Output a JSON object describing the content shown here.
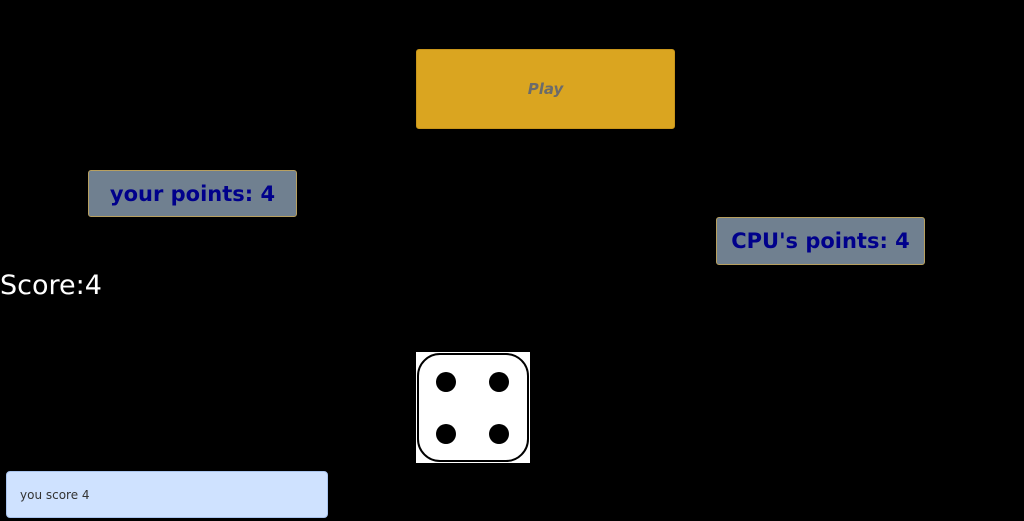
{
  "play_button": {
    "label": "Play"
  },
  "player": {
    "points_text": "your points: 4"
  },
  "cpu": {
    "points_text": "CPU's points: 4"
  },
  "score": {
    "text": "Score:4"
  },
  "die": {
    "value": 4,
    "icon": "die-four-icon"
  },
  "message": {
    "text": "you score 4"
  },
  "colors": {
    "background": "#000000",
    "play_button": "#daa520",
    "points_box": "#708090",
    "points_text": "#00008b",
    "message_bg": "#cfe2ff"
  }
}
